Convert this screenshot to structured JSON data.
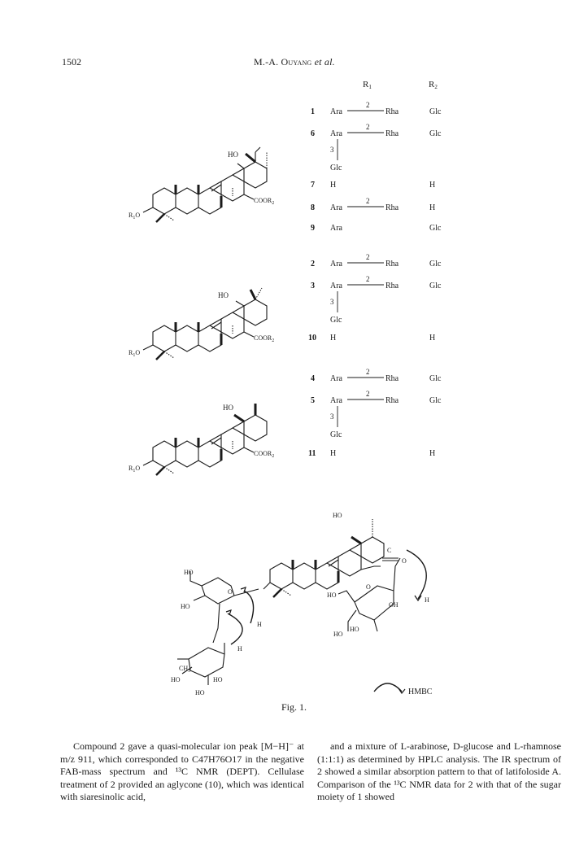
{
  "header": {
    "page_number": "1502",
    "author": "M.-A. Ouyang",
    "etal": "et al."
  },
  "table": {
    "header_r1": "R",
    "header_r1_sub": "1",
    "header_r2": "R",
    "header_r2_sub": "2",
    "rows": [
      {
        "num": "1",
        "r1": "Ara",
        "link": "2",
        "r1b": "Rha",
        "r2": "Glc"
      },
      {
        "num": "6",
        "r1": "Ara",
        "link": "2",
        "r1b": "Rha",
        "r2": "Glc",
        "branch_pos": "3",
        "branch": "Glc"
      },
      {
        "num": "7",
        "r1": "H",
        "r2": "H"
      },
      {
        "num": "8",
        "r1": "Ara",
        "link": "2",
        "r1b": "Rha",
        "r2": "H"
      },
      {
        "num": "9",
        "r1": "Ara",
        "r2": "Glc"
      },
      {
        "num": "2",
        "r1": "Ara",
        "link": "2",
        "r1b": "Rha",
        "r2": "Glc"
      },
      {
        "num": "3",
        "r1": "Ara",
        "link": "2",
        "r1b": "Rha",
        "r2": "Glc",
        "branch_pos": "3",
        "branch": "Glc"
      },
      {
        "num": "10",
        "r1": "H",
        "r2": "H"
      },
      {
        "num": "4",
        "r1": "Ara",
        "link": "2",
        "r1b": "Rha",
        "r2": "Glc"
      },
      {
        "num": "5",
        "r1": "Ara",
        "link": "2",
        "r1b": "Rha",
        "r2": "Glc",
        "branch_pos": "3",
        "branch": "Glc"
      },
      {
        "num": "11",
        "r1": "H",
        "r2": "H"
      }
    ]
  },
  "structures": {
    "ho_label": "HO",
    "cooh_label": "COOR",
    "cooh_sub": "2",
    "r1o_label": "R",
    "r1o_sub": "1",
    "r1o_tail": "O"
  },
  "hmbc_figure": {
    "ho": "HO",
    "co": "C",
    "o": "O",
    "h": "H",
    "oh": "OH",
    "ch3": "CH",
    "ch3_sub": "3",
    "legend": "HMBC"
  },
  "caption": "Fig. 1.",
  "body_left": "Compound 2 gave a quasi-molecular ion peak [M−H]⁻ at m/z 911, which corresponded to C47H76O17 in the negative FAB-mass spectrum and ¹³C NMR (DEPT). Cellulase treatment of 2 provided an aglycone (10), which was identical with siaresinolic acid,",
  "body_right": "and a mixture of L-arabinose, D-glucose and L-rhamnose (1:1:1) as determined by HPLC analysis. The IR spectrum of 2 showed a similar absorption pattern to that of latifoloside A. Comparison of the ¹³C NMR data for 2 with that of the sugar moiety of 1 showed"
}
